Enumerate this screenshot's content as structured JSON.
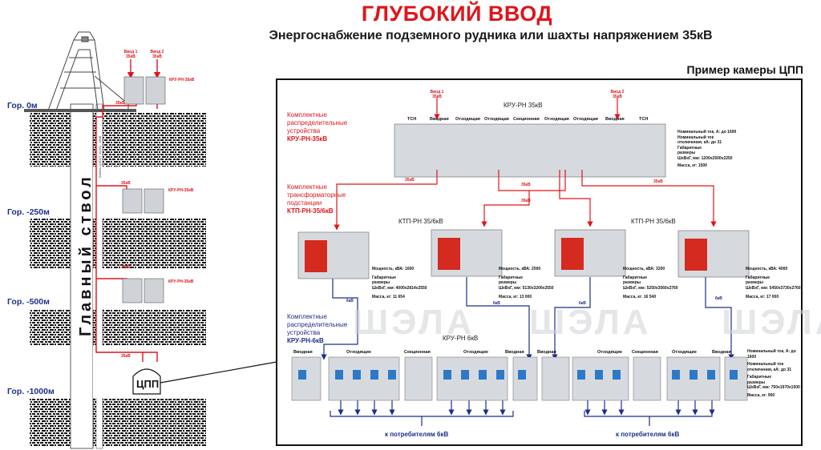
{
  "header": {
    "title": "ГЛУБОКИЙ ВВОД",
    "subtitle": "Энергоснабжение подземного рудника или шахты напряжением 35кВ",
    "panel_title": "Пример камеры ЦПП"
  },
  "mine": {
    "levels": [
      "Гор. 0м",
      "Гор. -250м",
      "Гор. -500м",
      "Гор. -1000м"
    ],
    "shaft_label": "Главный ствол",
    "cable_label": "Кабель ЦЭСКТ 3х150 - 35кВ",
    "inputs": [
      "Ввод 1",
      "35кВ",
      "Ввод 2",
      "35кВ"
    ],
    "kru_label": "КРУ-РН-35кВ",
    "kv35": "35кВ",
    "cpp": "ЦПП"
  },
  "watermark": [
    "ШЭЛА",
    "ШЭЛА",
    "ШЭЛА"
  ],
  "panel": {
    "input1": [
      "Ввод 1",
      "35кВ"
    ],
    "input2": [
      "Ввод 2",
      "35кВ"
    ],
    "kru35_title": "КРУ-РН 35кВ",
    "kru35_desc": [
      "Комплектные",
      "распределительные",
      "устройства"
    ],
    "kru35_name": "КРУ-РН-35кВ",
    "kru35_cells": [
      "ТСН",
      "Вводная",
      "Отходящая",
      "Отходящая",
      "Секционная",
      "Отходящая",
      "Отходящая",
      "Вводная",
      "ТСН"
    ],
    "kru35_specs": [
      "Номинальный ток, А: до 1600",
      "Номинальный ток",
      "отключения, кА:",
      "до 31",
      "Габаритные",
      "размеры",
      "ШхВхГ, мм:",
      "1200х2500х2250",
      "Масса, кг: 1500"
    ],
    "ktp_desc": [
      "Комплектные",
      "трансформаторные",
      "подстанции"
    ],
    "ktp_name": "КТП-РН-35/6кВ",
    "ktp_title": "КТП-РН 35/6кВ",
    "kv35": "35кВ",
    "kv6": "6кВ",
    "transformers": [
      {
        "power": "Мощность, кВА:  1600",
        "dims_label": [
          "Габаритные",
          "размеры"
        ],
        "dims": "ШхВхГ, мм:  4000х2814х2550",
        "mass": "Масса, кг: 11 654"
      },
      {
        "power": "Мощность, кВА:  2500",
        "dims_label": [
          "Габаритные",
          "размеры"
        ],
        "dims": "ШхВхГ, мм:  5130х3200х2550",
        "mass": "Масса, кг: 13 000"
      },
      {
        "power": "Мощность, кВА:  3200",
        "dims_label": [
          "Габаритные",
          "размеры"
        ],
        "dims": "ШхВхГ, мм:  5250х3560х2760",
        "mass": "Масса, кг: 16 540"
      },
      {
        "power": "Мощность, кВА:  4000",
        "dims_label": [
          "Габаритные",
          "размеры"
        ],
        "dims": "ШхВхГ, мм:  5450х3730х2760",
        "mass": "Масса, кг: 17 000"
      }
    ],
    "kru6_desc": [
      "Комплектные",
      "распределительные",
      "устройства"
    ],
    "kru6_name": "КРУ-РН-6кВ",
    "kru6_title": "КРУ-РН 6кВ",
    "kru6_left": [
      "Вводная",
      "Отходящие",
      "Секционная",
      "Отходящие",
      "Вводная"
    ],
    "kru6_right": [
      "Вводная",
      "Отходящие",
      "Секционная",
      "Отходящие",
      "Вводная"
    ],
    "kru6_specs": [
      "Номинальный ток, А: до 1600",
      "Номинальный ток",
      "отключения, кА:",
      "до 31",
      "Габаритные",
      "размеры",
      "ШхВхГ, мм:",
      "750х1970х1500",
      "Масса, кг: 900"
    ],
    "consumers": "к потребителям 6кВ"
  },
  "colors": {
    "red": "#e0141b",
    "blue": "#1d2e8a",
    "rock": "#1a1a1a"
  }
}
